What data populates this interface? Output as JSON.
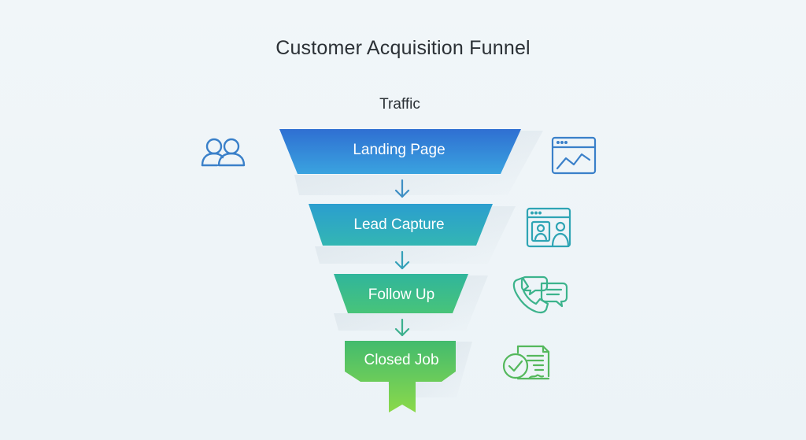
{
  "title": "Customer Acquisition Funnel",
  "top_label": "Traffic",
  "stages": [
    {
      "label": "Landing Page",
      "icon": "analytics-window-icon",
      "color_top": "#2e73d4",
      "color_bottom": "#39a0dd"
    },
    {
      "label": "Lead Capture",
      "icon": "profile-window-icon",
      "color_top": "#2a9fc8",
      "color_bottom": "#33b3b4"
    },
    {
      "label": "Follow Up",
      "icon": "phone-chat-icon",
      "color_top": "#2fb39a",
      "color_bottom": "#46c27a"
    },
    {
      "label": "Closed Job",
      "icon": "signed-contract-icon",
      "color_top": "#45bd6c",
      "color_bottom": "#86d64a"
    }
  ],
  "left_icon": "users-icon",
  "colors": {
    "icon_blue": "#3a80c9",
    "icon_teal": "#2ea4b4",
    "icon_green_teal": "#3cb38c",
    "icon_green": "#54b85c",
    "arrow": "#3f8fc4",
    "text_dark": "#2b3136"
  }
}
